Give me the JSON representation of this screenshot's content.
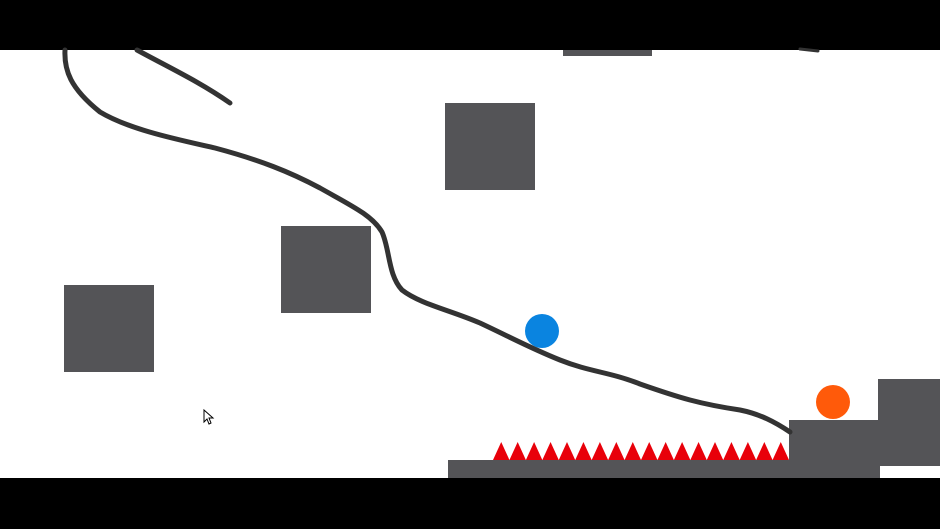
{
  "game": {
    "colors": {
      "letterbox": "#000000",
      "background": "#ffffff",
      "block": "#545457",
      "drawn_line": "#333333",
      "player_ball": "#0a84e0",
      "target_ball": "#ff5a0a",
      "spikes": "#e8000a"
    },
    "elements": {
      "player_ball": "blue-ball",
      "target_ball": "orange-ball",
      "hazard": "spike-row",
      "cursor": "mouse-pointer-icon"
    }
  }
}
